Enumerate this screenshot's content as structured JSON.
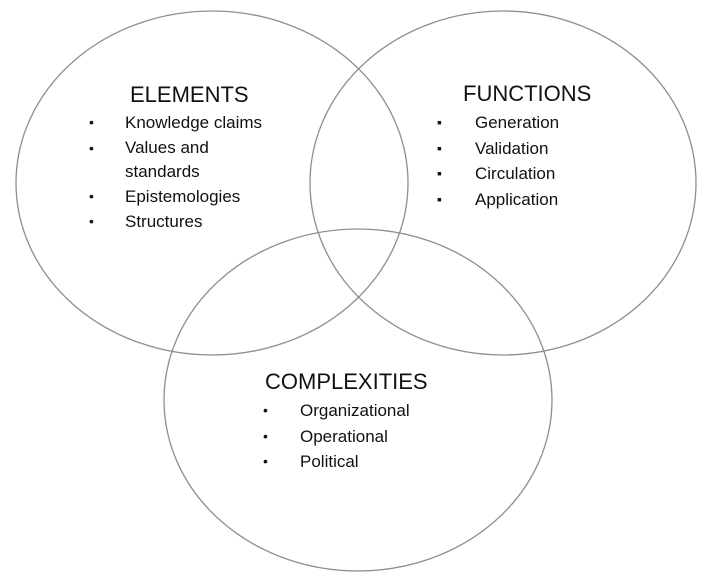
{
  "sets": {
    "elements": {
      "title": "ELEMENTS",
      "items": [
        "Knowledge claims",
        "Values and standards",
        "Epistemologies",
        "Structures"
      ]
    },
    "functions": {
      "title": "FUNCTIONS",
      "items": [
        "Generation",
        "Validation",
        "Circulation",
        "Application"
      ]
    },
    "complexities": {
      "title": "COMPLEXITIES",
      "items": [
        "Organizational",
        "Operational",
        "Political"
      ]
    }
  },
  "colors": {
    "outline": "#8a9090",
    "text": "#111111"
  }
}
